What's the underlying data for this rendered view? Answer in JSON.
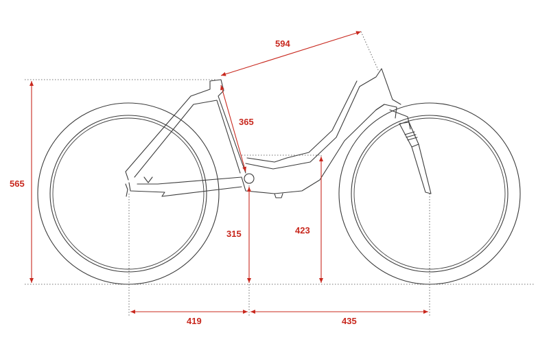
{
  "dimensions": {
    "top_tube": "594",
    "seat_tube": "365",
    "overall_height": "565",
    "bb_height": "315",
    "standover": "423",
    "chainstay": "419",
    "front_center": "435"
  },
  "colors": {
    "dimension": "#c8281e",
    "outline": "#3a3a3a",
    "background": "#ffffff"
  }
}
